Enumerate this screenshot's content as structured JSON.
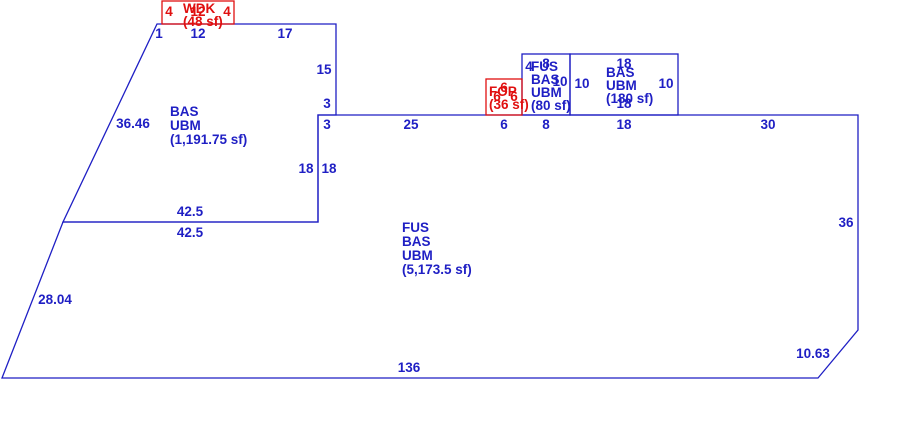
{
  "colors": {
    "structure": "#1f1fc4",
    "deck_porch": "#e01010",
    "background": "#ffffff"
  },
  "areas": {
    "main": {
      "lines": [
        "FUS",
        "BAS",
        "UBM",
        "(5,173.5 sf)"
      ]
    },
    "upper_left": {
      "lines": [
        "BAS",
        "UBM",
        "(1,191.75 sf)"
      ]
    },
    "upper_right_large": {
      "lines": [
        "BAS",
        "UBM",
        "(180 sf)"
      ]
    },
    "upper_right_small": {
      "lines": [
        "FUS",
        "BAS",
        "UBM",
        "(80 sf)"
      ]
    },
    "porch": {
      "lines": [
        "FOP",
        "(36 sf)"
      ]
    },
    "deck": {
      "lines": [
        "WDK",
        "(48 sf)"
      ]
    }
  },
  "dimensions": {
    "top_upper_left": "17",
    "top_upper_left_12": "12",
    "top_upper_left_1": "1",
    "upper_left_right_15": "15",
    "upper_left_right_3a": "3",
    "upper_left_right_3b": "3",
    "slant_upper": "36.46",
    "inner_18_left": "18",
    "inner_18_right": "18",
    "step_top": "42.5",
    "step_bottom": "42.5",
    "main_top_25": "25",
    "main_top_6": "6",
    "main_top_8": "8",
    "main_top_18": "18",
    "main_top_30": "30",
    "right_36": "36",
    "corner_10_63": "10.63",
    "bottom_136": "136",
    "slant_lower": "28.04",
    "box_large_top_18": "18",
    "box_large_bottom_18": "18",
    "box_large_right_10": "10",
    "box_large_left_10": "10",
    "box_small_left_4": "4",
    "box_small_top_8": "8",
    "box_small_right_10": "10",
    "porch_6a": "6",
    "porch_6b": "6",
    "porch_6c": "6",
    "deck_4a": "4",
    "deck_12": "12",
    "deck_4b": "4"
  }
}
